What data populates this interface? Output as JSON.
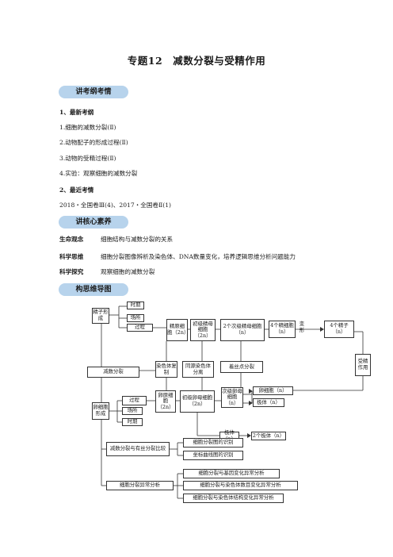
{
  "title": "专题12　减数分裂与受精作用",
  "sections": {
    "s1": "讲考纲考情",
    "s2": "讲核心素养",
    "s3": "构思维导图"
  },
  "exam": {
    "h1": "1、最新考纲",
    "items": [
      "1.细胞的减数分裂(Ⅱ)",
      "2.动物配子的形成过程(Ⅱ)",
      "3.动物的受精过程(Ⅱ)",
      "4.实验：观察细胞的减数分裂"
    ],
    "h2": "2、最近考情",
    "recent": "2018・全国卷Ⅲ(4)、2017・全国卷Ⅱ(1)"
  },
  "literacy": [
    {
      "k": "生命观念",
      "v": "细胞结构与减数分裂的关系"
    },
    {
      "k": "科学思维",
      "v": "细胞分裂图像辨析及染色体、DNA数量变化，培养逻辑思维分析问题能力"
    },
    {
      "k": "科学探究",
      "v": "观察细胞的减数分裂"
    }
  ],
  "map": {
    "sperm_formation": "精子形成",
    "time": "时期",
    "place": "场所",
    "process": "过程",
    "sperm_spermatogonium": "精原细胞（2n）",
    "primary_spermatocyte": "初级精母细胞（2n）",
    "secondary_spermatocyte": "2个次级精母细胞（n）",
    "four_spermatids": "4个精细胞（n）",
    "transform": "变形",
    "four_sperm": "4个精子（n）",
    "fertilization": "受精作用",
    "meiosis": "减数分裂",
    "chrom_replication": "染色体复制",
    "homolog_separation": "同源染色体分离",
    "centromere_division": "着丝点分裂",
    "egg_formation": "卵细胞形成",
    "oogonium": "卵原细胞（2n）",
    "primary_oocyte": "初级卵母细胞（2n）",
    "secondary_oocyte": "次级卵母细胞（n）",
    "polar_body": "极体（n）",
    "two_polar_bodies": "2个极体（n）",
    "egg_cell": "卵细胞（n）",
    "polar_body2": "极体（n）",
    "compare": "减数分裂与有丝分裂比较",
    "compare_a": "细胞分裂图的识别",
    "compare_b": "坐标曲线图的识别",
    "abnormal": "细胞分裂异常分析",
    "abnormal_a": "细胞分裂与基因变化异常分析",
    "abnormal_b": "细胞分裂与染色体数目变化异常分析",
    "abnormal_c": "细胞分裂与染色体结构变化异常分析"
  }
}
